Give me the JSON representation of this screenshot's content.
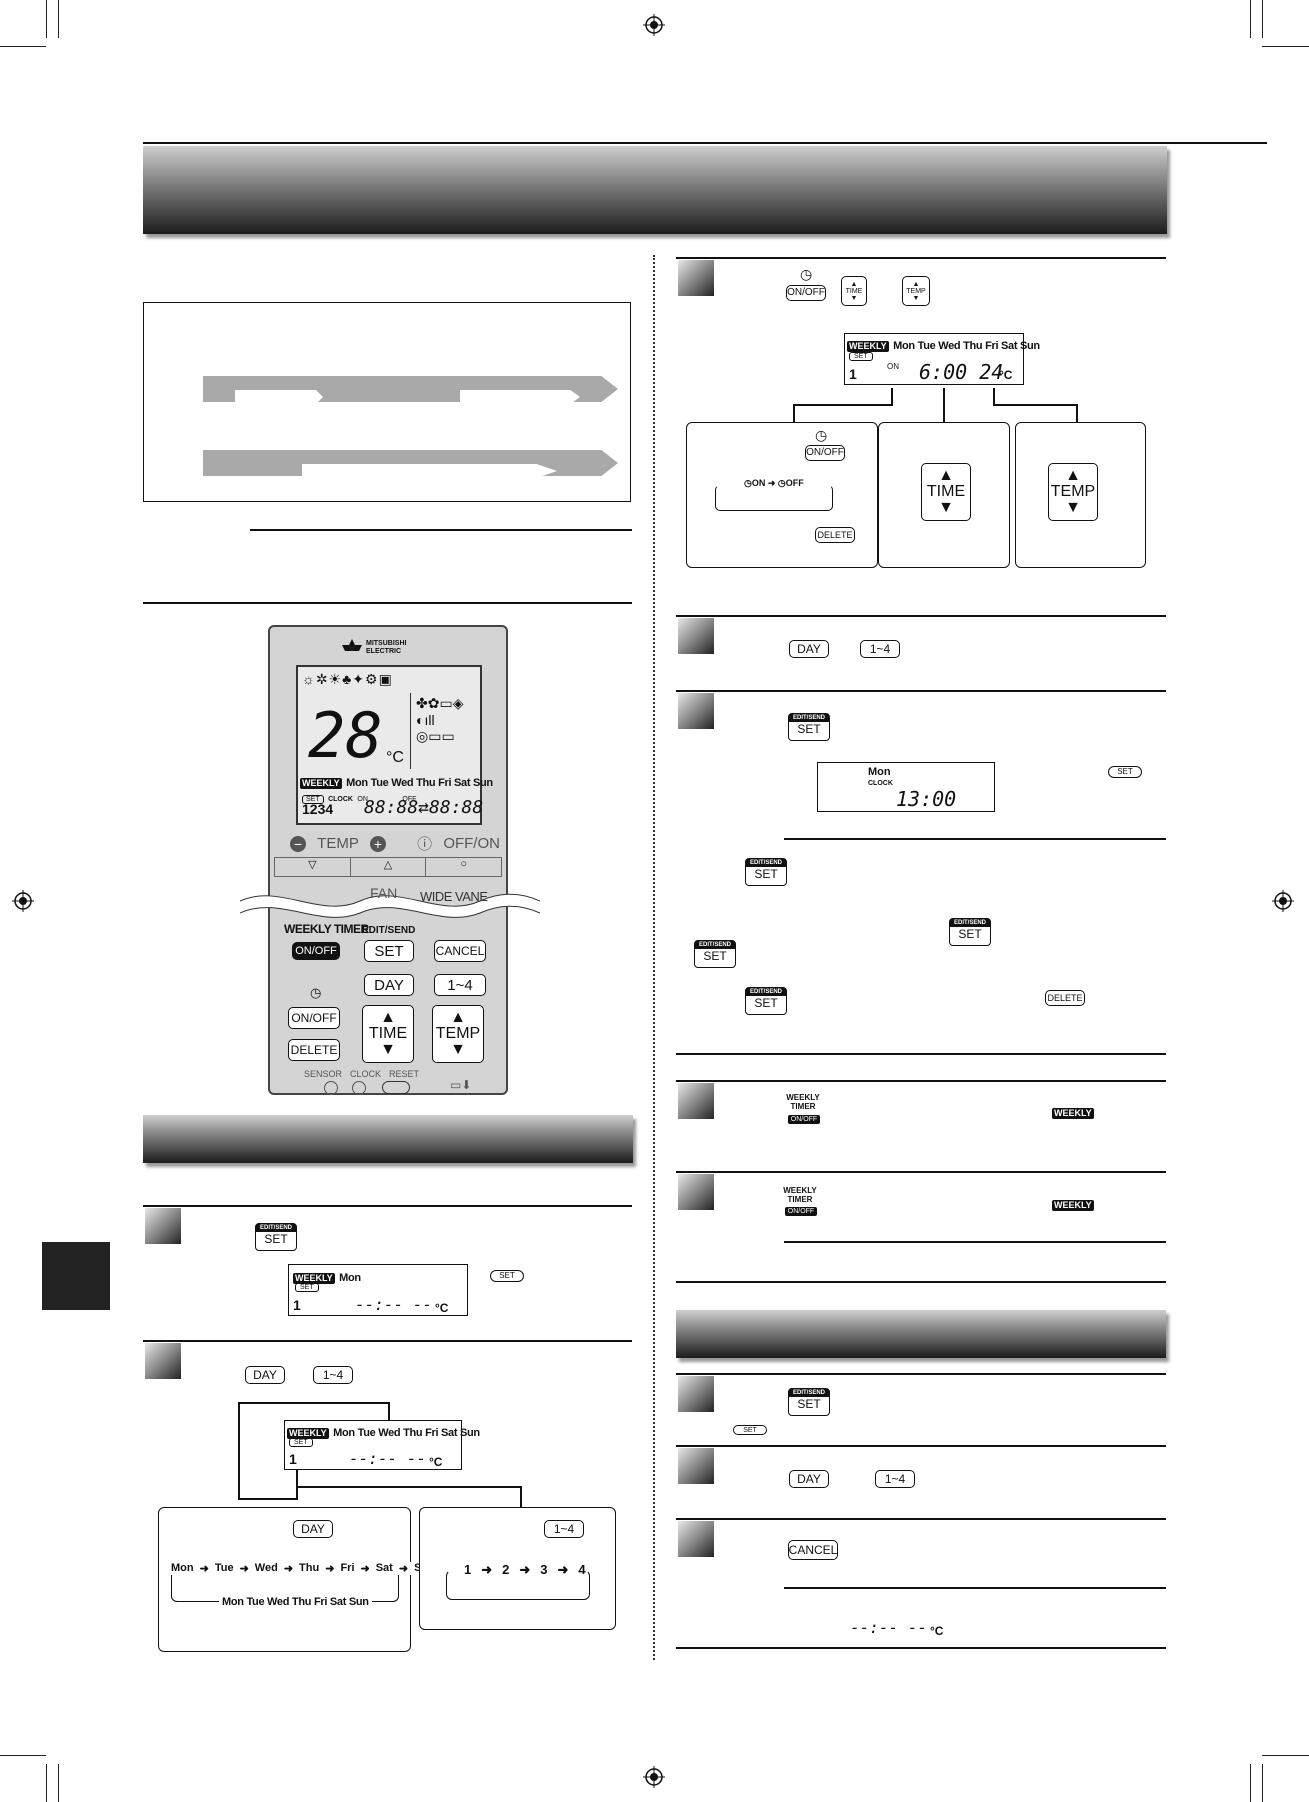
{
  "remote": {
    "brand": "MITSUBISHI ELECTRIC",
    "temp_label": "TEMP",
    "offon_label": "OFF/ON",
    "fan_label": "FAN",
    "wide_vane_label": "WIDE VANE",
    "weekly_timer_label": "WEEKLY TIMER",
    "edit_send_label": "EDIT/SEND",
    "onoff_btn": "ON/OFF",
    "set_btn": "SET",
    "cancel_btn": "CANCEL",
    "day_btn": "DAY",
    "range_btn": "1~4",
    "timer_onoff_btn": "ON/OFF",
    "delete_btn": "DELETE",
    "time_btn": "TIME",
    "temp_btn": "TEMP",
    "sensor_label": "SENSOR",
    "clock_label": "CLOCK",
    "reset_label": "RESET",
    "lcd_temp": "28",
    "lcd_unit": "°C",
    "lcd_weekly": "WEEKLY",
    "lcd_days": "Mon Tue Wed Thu Fri Sat Sun",
    "lcd_set": "SET",
    "lcd_clock": "CLOCK",
    "lcd_on": "ON",
    "lcd_off": "OFF",
    "lcd_nums": "1234",
    "lcd_times": "88:88⇄88:88"
  },
  "left": {
    "step1": {
      "edit_send": "EDIT/SEND",
      "set": "SET",
      "lcd_weekly": "WEEKLY",
      "lcd_day": "Mon",
      "lcd_set": "SET",
      "lcd_num": "1",
      "lcd_value": "--:-- --",
      "lcd_unit": "°C",
      "set_tag": "SET"
    },
    "step2": {
      "day": "DAY",
      "range": "1~4",
      "lcd_weekly": "WEEKLY",
      "lcd_days": "Mon Tue Wed Thu Fri Sat Sun",
      "lcd_set": "SET",
      "lcd_num": "1",
      "lcd_value": "--:-- --",
      "lcd_unit": "°C",
      "box_day_btn": "DAY",
      "day_cycle": [
        "Mon",
        "Tue",
        "Wed",
        "Thu",
        "Fri",
        "Sat",
        "Sun"
      ],
      "day_all": "Mon Tue Wed Thu Fri Sat Sun",
      "box_range_btn": "1~4",
      "range_cycle": [
        "1",
        "2",
        "3",
        "4"
      ]
    }
  },
  "right": {
    "step3": {
      "onoff": "ON/OFF",
      "time": "TIME",
      "temp": "TEMP",
      "lcd_weekly": "WEEKLY",
      "lcd_days": "Mon Tue Wed Thu Fri Sat Sun",
      "lcd_set": "SET",
      "lcd_num": "1",
      "lcd_on": "ON",
      "lcd_value": "6:00 24",
      "lcd_unit": "°C",
      "box1_onoff": "ON/OFF",
      "box1_on": "ON",
      "box1_off": "OFF",
      "box1_delete": "DELETE",
      "box2_time": "TIME",
      "box3_temp": "TEMP"
    },
    "step4": {
      "day": "DAY",
      "range": "1~4"
    },
    "step5": {
      "edit_send": "EDIT/SEND",
      "set": "SET",
      "lcd_day": "Mon",
      "lcd_clock": "CLOCK",
      "lcd_time": "13:00",
      "set_tag": "SET"
    },
    "note": {
      "edit_send": "EDIT/SEND",
      "set": "SET",
      "delete": "DELETE"
    },
    "step6": {
      "weekly_timer": "WEEKLY TIMER",
      "onoff": "ON/OFF",
      "weekly_tag": "WEEKLY"
    },
    "step7": {
      "weekly_timer": "WEEKLY TIMER",
      "onoff": "ON/OFF",
      "weekly_tag": "WEEKLY"
    },
    "step8": {
      "edit_send": "EDIT/SEND",
      "set": "SET",
      "set_tag": "SET"
    },
    "step9": {
      "day": "DAY",
      "range": "1~4"
    },
    "step10": {
      "cancel": "CANCEL",
      "lcd_value": "--:-- --",
      "lcd_unit": "°C"
    }
  }
}
